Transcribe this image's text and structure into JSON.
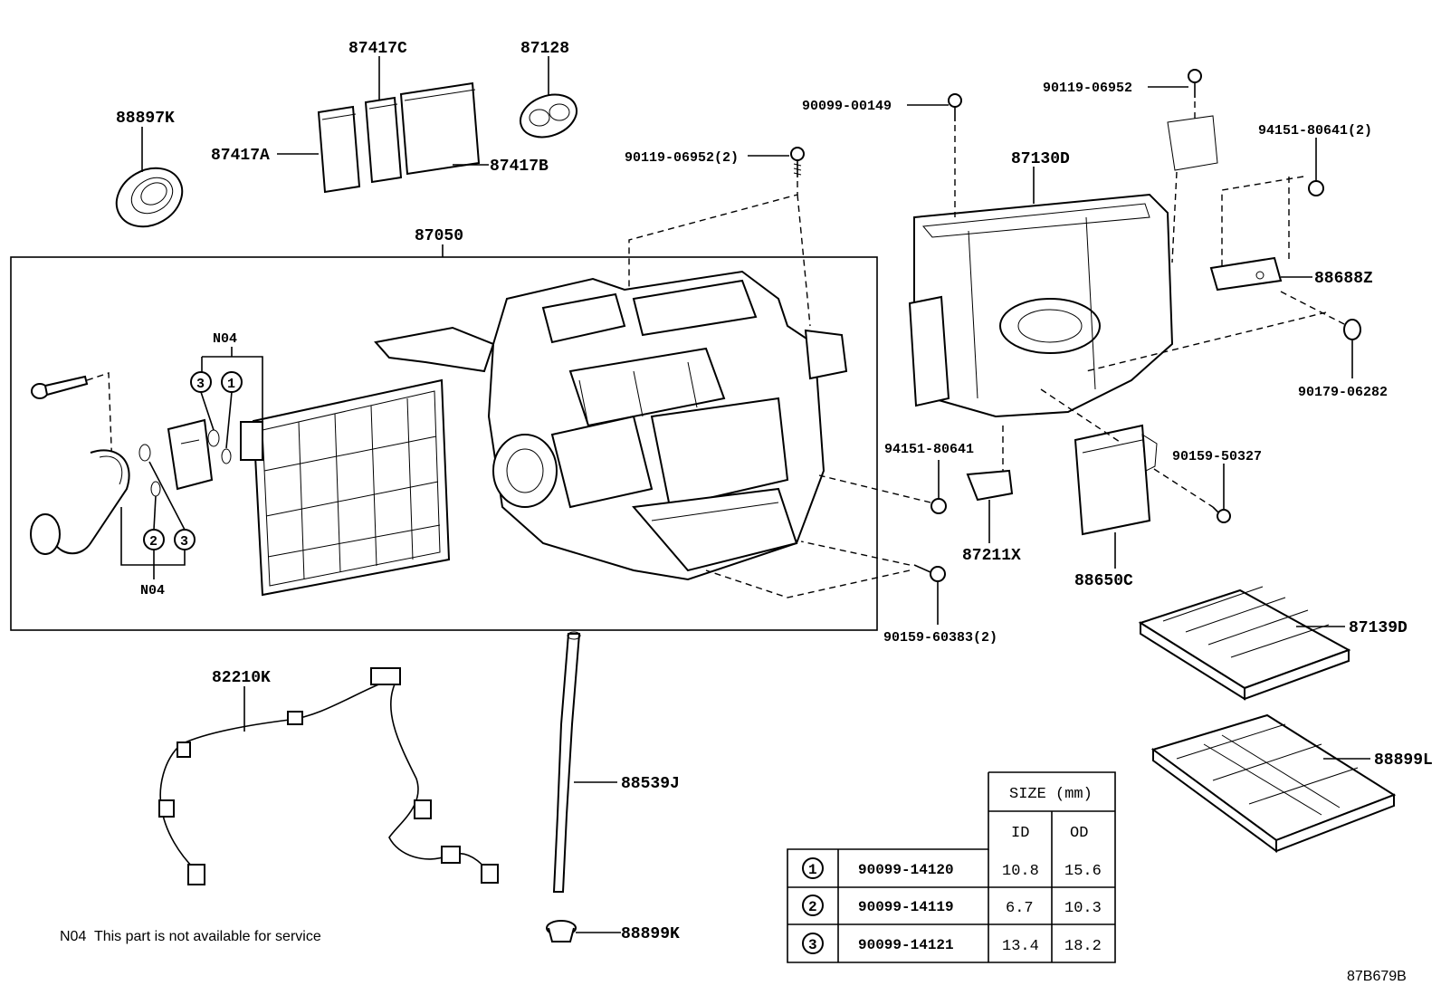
{
  "labels": {
    "p88897K": "88897K",
    "p87417C": "87417C",
    "p87417A": "87417A",
    "p87417B": "87417B",
    "p87128": "87128",
    "p87050": "87050",
    "p90119_2": "90119-06952(2)",
    "p90099_00149": "90099-00149",
    "p90119": "90119-06952",
    "p87130D": "87130D",
    "p94151_2": "94151-80641(2)",
    "p88688Z": "88688Z",
    "p90179": "90179-06282",
    "p94151": "94151-80641",
    "p90159_50327": "90159-50327",
    "p87211X": "87211X",
    "p88650C": "88650C",
    "p90159_60383": "90159-60383(2)",
    "p87139D": "87139D",
    "p88899L": "88899L",
    "p82210K": "82210K",
    "p88539J": "88539J",
    "p88899K": "88899K",
    "n04_top": "N04",
    "n04_bottom": "N04",
    "circ1": "1",
    "circ3": "3",
    "circ2b": "2",
    "circ3b": "3"
  },
  "note": "N04  This part is not available for service",
  "diagram_code": "87B679B",
  "size_table": {
    "header": "SIZE (mm)",
    "col_id": "ID",
    "col_od": "OD",
    "rows": [
      {
        "mark": "1",
        "part": "90099-14120",
        "id": "10.8",
        "od": "15.6"
      },
      {
        "mark": "2",
        "part": "90099-14119",
        "id": "6.7",
        "od": "10.3"
      },
      {
        "mark": "3",
        "part": "90099-14121",
        "id": "13.4",
        "od": "18.2"
      }
    ]
  }
}
